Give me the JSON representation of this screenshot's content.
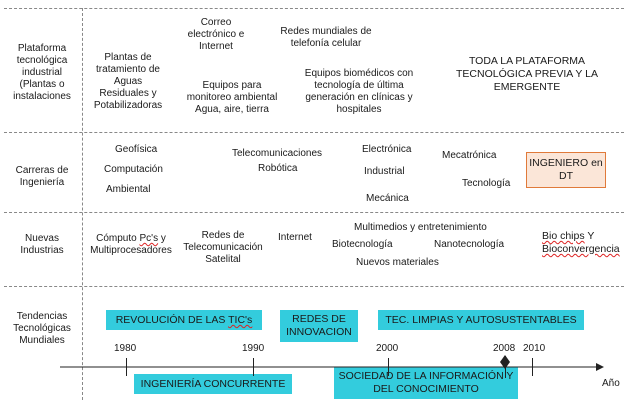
{
  "rows": {
    "plataforma": "Plataforma tecnológica industrial (Plantas o instalaciones",
    "carreras": "Carreras de Ingeniería",
    "industrias": "Nuevas Industrias",
    "tendencias": "Tendencias Tecnológicas Mundiales"
  },
  "plataforma": {
    "plantas": "Plantas de tratamiento de Aguas Residuales y Potabilizadoras",
    "correo": "Correo electrónico e Internet",
    "equipos_monitoreo": "Equipos  para monitoreo ambiental Agua, aire, tierra",
    "redes_telefonia": "Redes mundiales de telefonía celular",
    "biomedicos": "Equipos biomédicos con tecnología de última generación en clínicas y hospitales",
    "toda": "TODA LA PLATAFORMA TECNOLÓGICA PREVIA Y LA EMERGENTE"
  },
  "carreras": {
    "geofisica": "Geofísica",
    "computacion": "Computación",
    "ambiental": "Ambiental",
    "telecom": "Telecomunicaciones",
    "robotica": "Robótica",
    "electronica": "Electrónica",
    "industrial": "Industrial",
    "mecanica": "Mecánica",
    "mecatronica": "Mecatrónica",
    "tecnologia": "Tecnología",
    "ingeniero_dt": "INGENIERO en DT"
  },
  "industrias": {
    "computo_a": "Cómputo ",
    "computo_pcs": "Pc's",
    "computo_b": " y Multiprocesadores",
    "redes_telecom": "Redes de Telecomunicación Satelital",
    "internet": "Internet",
    "multimedios": "Multimedios y entretenimiento",
    "biotecnologia": "Biotecnología",
    "nuevos_materiales": "Nuevos materiales",
    "nanotecnologia": "Nanotecnología",
    "bio_chips": "Bio chips",
    "bio_y": " Y ",
    "bioconvergencia": "Bioconvergencia"
  },
  "tendencias": {
    "revolucion_a": "REVOLUCIÓN DE LAS ",
    "revolucion_tics": "TIC's",
    "redes_innovacion": "REDES DE INNOVACION",
    "tec_limpias": "TEC. LIMPIAS Y AUTOSUSTENTABLES",
    "ingenieria_concurrente": "INGENIERÍA CONCURRENTE",
    "sociedad": "SOCIEDAD DE LA INFORMACIÓN  Y DEL CONOCIMIENTO"
  },
  "timeline": {
    "y1980": "1980",
    "y1990": "1990",
    "y2000": "2000",
    "y2008": "2008",
    "y2010": "2010",
    "axis_label": "Año"
  },
  "colors": {
    "cyan_box": "#33ccdd",
    "orange_border": "#e07a3a",
    "orange_fill": "#fbe6d8",
    "grid_line": "#888888"
  }
}
